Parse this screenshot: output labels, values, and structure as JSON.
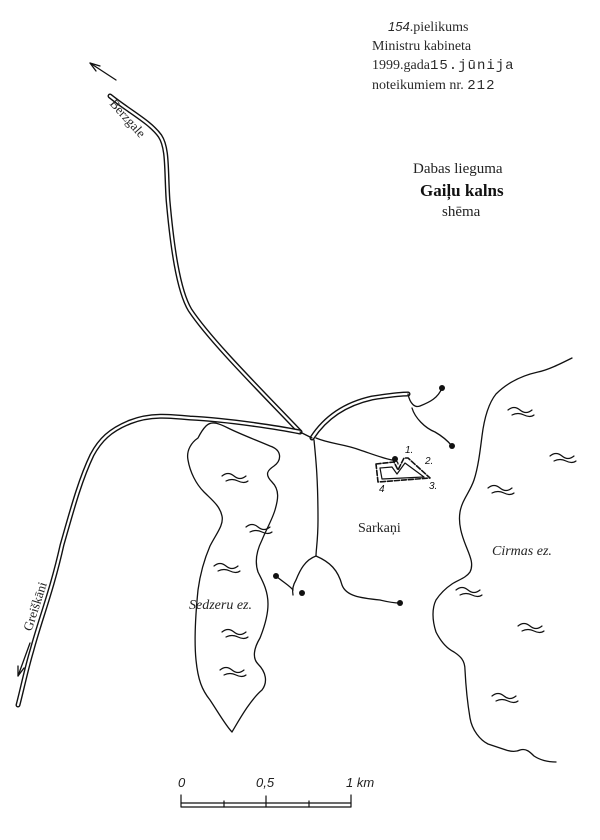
{
  "annex": {
    "line1_number": "154",
    "line1_text": ".pielikums",
    "line2": "Ministru kabineta",
    "line3_prefix": "1999.gada",
    "line3_date": "15.jūnija",
    "line4_prefix": "noteikumiem nr.",
    "line4_number": "212"
  },
  "title": {
    "line1": "Dabas lieguma",
    "line2": "Gaiļu kalns",
    "line3": "shēma"
  },
  "roads": {
    "north": "Bērzgale",
    "southwest": "Greiškāni"
  },
  "places": {
    "village": "Sarkaņi",
    "lake_west": "Sedzeru ez.",
    "lake_east": "Cirmas ez."
  },
  "reserve_points": [
    "1.",
    "2.",
    "3.",
    "4"
  ],
  "scale": {
    "labels": [
      "0",
      "0,5",
      "1 km"
    ]
  },
  "symbols": {
    "water": "≈"
  }
}
